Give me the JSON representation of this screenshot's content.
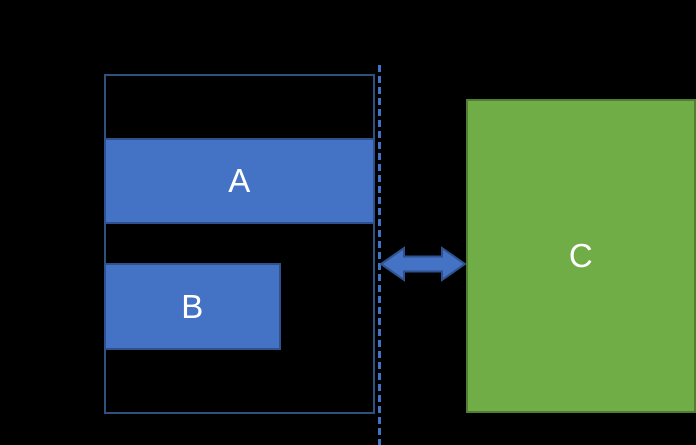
{
  "diagram": {
    "background_color": "#000000",
    "container_box": {
      "border_color": "#30507e"
    },
    "bar_a": {
      "label": "A",
      "fill_color": "#4472c4",
      "border_color": "#2f528f",
      "label_color": "#ffffff"
    },
    "bar_b": {
      "label": "B",
      "fill_color": "#4472c4",
      "border_color": "#2f528f",
      "label_color": "#ffffff"
    },
    "box_c": {
      "label": "C",
      "fill_color": "#70ad47",
      "border_color": "#507e32",
      "label_color": "#ffffff"
    },
    "dashed_line": {
      "color": "#4472c4",
      "dash_pattern": "7 4"
    },
    "arrow": {
      "fill_color": "#4472c4",
      "border_color": "#2f528f"
    }
  }
}
